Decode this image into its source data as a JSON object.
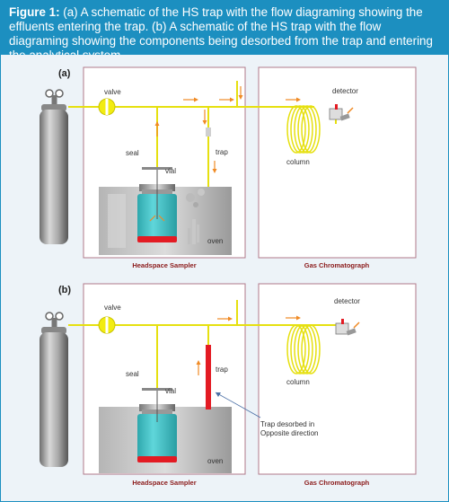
{
  "figure": {
    "label": "Figure 1:",
    "caption": " (a) A schematic of the HS trap with the flow diagraming showing the effluents entering the trap. (b) A schematic of the HS trap with the flow diagraming showing the components being desorbed from the trap and entering the analytical system."
  },
  "panel_a": {
    "tag": "(a)",
    "labels": {
      "valve": "valve",
      "seal": "seal",
      "vial": "vial",
      "trap": "trap",
      "oven": "oven",
      "column": "column",
      "detector": "detector",
      "hs_title": "Headspace Sampler",
      "gc_title": "Gas Chromatograph"
    }
  },
  "panel_b": {
    "tag": "(b)",
    "labels": {
      "valve": "valve",
      "seal": "seal",
      "vial": "vial",
      "trap": "trap",
      "oven": "oven",
      "column": "column",
      "detector": "detector",
      "note_line1": "Trap desorbed in",
      "note_line2": "Opposite direction",
      "hs_title": "Headspace Sampler",
      "gc_title": "Gas Chromatograph"
    }
  },
  "colors": {
    "header": "#1c8fc0",
    "line": "#e6e010",
    "arrow": "#f08a24",
    "box_border": "#b07a8a",
    "title_red": "#8b1a1a",
    "vial_cyan": "#3ec3c8",
    "trap_red": "#e31b23"
  }
}
